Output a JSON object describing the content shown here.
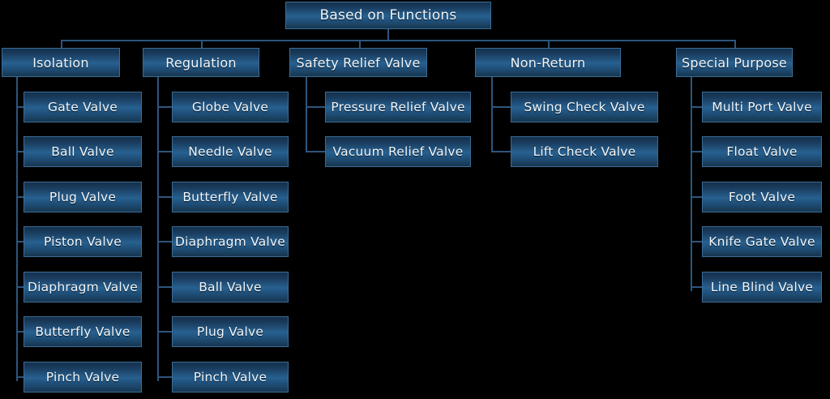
{
  "diagram": {
    "type": "org-chart",
    "title": "Based on Functions",
    "background_color": "#000000",
    "node_fill_top": "#14304c",
    "node_fill_mid": "#27608f",
    "node_border_color": "#3a6d96",
    "node_text_color": "#f2f7fb",
    "connector_color": "#2d567c",
    "root": {
      "label": "Based on Functions"
    },
    "branches": [
      {
        "label": "Isolation",
        "children": [
          {
            "label": "Gate Valve"
          },
          {
            "label": "Ball Valve"
          },
          {
            "label": "Plug Valve"
          },
          {
            "label": "Piston Valve"
          },
          {
            "label": "Diaphragm Valve"
          },
          {
            "label": "Butterfly Valve"
          },
          {
            "label": "Pinch Valve"
          }
        ]
      },
      {
        "label": "Regulation",
        "children": [
          {
            "label": "Globe Valve"
          },
          {
            "label": "Needle Valve"
          },
          {
            "label": "Butterfly Valve"
          },
          {
            "label": "Diaphragm Valve"
          },
          {
            "label": "Ball Valve"
          },
          {
            "label": "Plug Valve"
          },
          {
            "label": "Pinch Valve"
          }
        ]
      },
      {
        "label": "Safety Relief Valve",
        "children": [
          {
            "label": "Pressure Relief Valve"
          },
          {
            "label": "Vacuum Relief Valve"
          }
        ]
      },
      {
        "label": "Non-Return",
        "children": [
          {
            "label": "Swing Check Valve"
          },
          {
            "label": "Lift Check Valve"
          }
        ]
      },
      {
        "label": "Special Purpose",
        "children": [
          {
            "label": "Multi Port Valve"
          },
          {
            "label": "Float Valve"
          },
          {
            "label": "Foot Valve"
          },
          {
            "label": "Knife Gate Valve"
          },
          {
            "label": "Line Blind Valve"
          }
        ]
      }
    ]
  }
}
